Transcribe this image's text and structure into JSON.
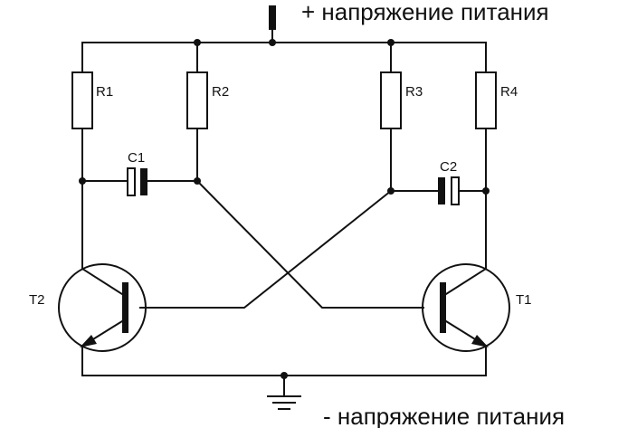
{
  "supply": {
    "positive_label": "+ напряжение питания",
    "negative_label": "- напряжение питания"
  },
  "resistors": [
    {
      "id": "R1",
      "label": "R1"
    },
    {
      "id": "R2",
      "label": "R2"
    },
    {
      "id": "R3",
      "label": "R3"
    },
    {
      "id": "R4",
      "label": "R4"
    }
  ],
  "capacitors": [
    {
      "id": "C1",
      "label": "C1"
    },
    {
      "id": "C2",
      "label": "C2"
    }
  ],
  "transistors": [
    {
      "id": "T2",
      "label": "T2"
    },
    {
      "id": "T1",
      "label": "T1"
    }
  ]
}
